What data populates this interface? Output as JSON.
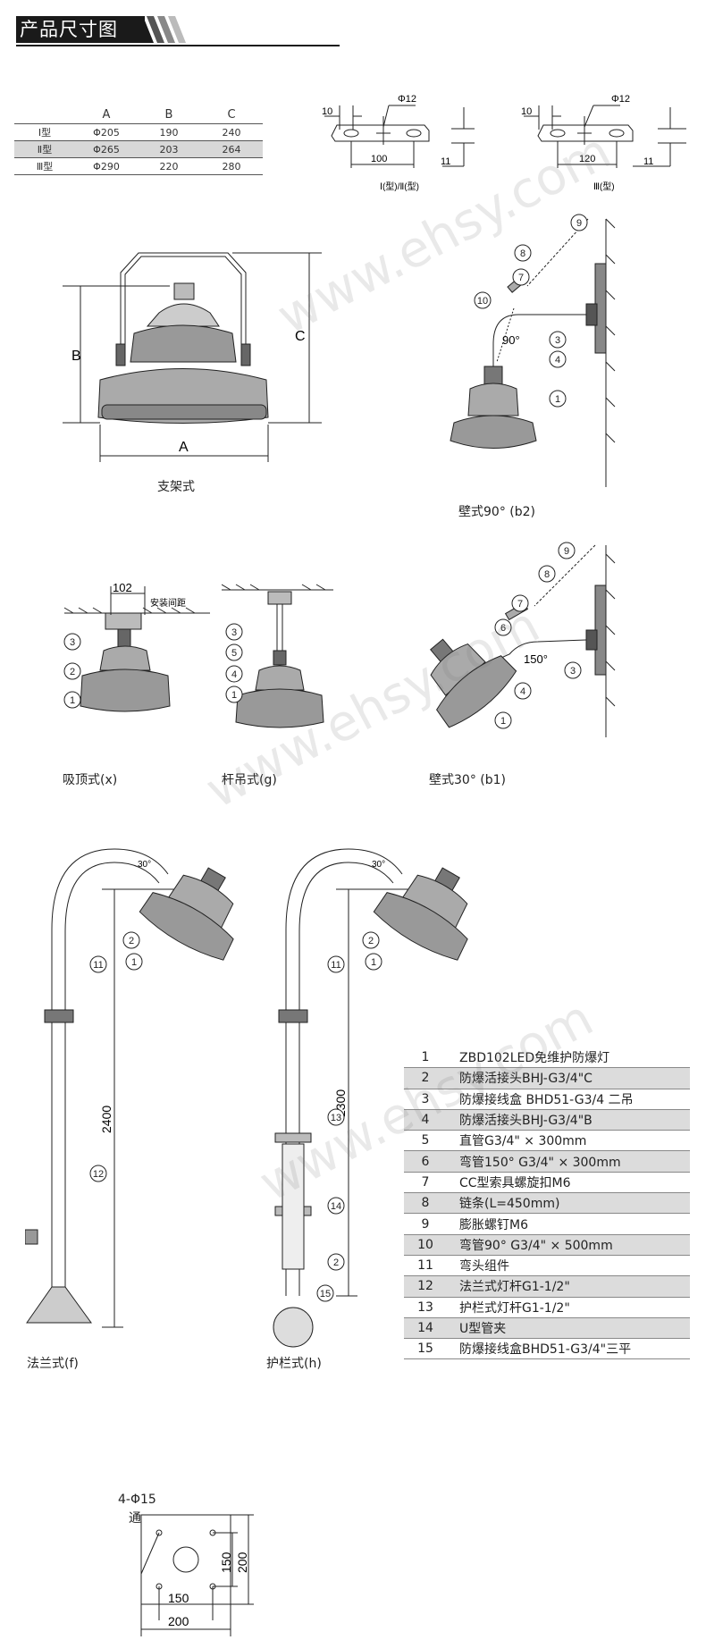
{
  "header": {
    "title": "产品尺寸图"
  },
  "dim_table": {
    "columns": [
      "",
      "A",
      "B",
      "C"
    ],
    "rows": [
      {
        "label": "Ⅰ型",
        "a": "Φ205",
        "b": "190",
        "c": "240"
      },
      {
        "label": "Ⅱ型",
        "a": "Φ265",
        "b": "203",
        "c": "264"
      },
      {
        "label": "Ⅲ型",
        "a": "Φ290",
        "b": "220",
        "c": "280"
      }
    ]
  },
  "bracket_small": {
    "d10": "10",
    "d12": "Φ12",
    "d100": "100",
    "d11": "11",
    "caption": "Ⅰ(型)/Ⅱ(型)"
  },
  "bracket_large": {
    "d10": "10",
    "d12": "Φ12",
    "d120": "120",
    "d11": "11",
    "caption": "Ⅲ(型)"
  },
  "mount_bracket": {
    "label_a": "A",
    "label_b": "B",
    "label_c": "C",
    "caption": "支架式"
  },
  "wall90": {
    "angle": "90°",
    "caption": "壁式90° (b2)",
    "callouts": [
      "9",
      "8",
      "7",
      "10",
      "3",
      "4",
      "1"
    ]
  },
  "ceiling": {
    "dim": "102",
    "note": "安装间距",
    "caption": "吸顶式(x)",
    "callouts": [
      "3",
      "2",
      "1"
    ]
  },
  "rod": {
    "caption": "杆吊式(g)",
    "callouts": [
      "3",
      "5",
      "4",
      "1"
    ]
  },
  "wall30": {
    "angle": "150°",
    "caption": "壁式30° (b1)",
    "callouts": [
      "9",
      "8",
      "7",
      "6",
      "3",
      "4",
      "1"
    ]
  },
  "pole_f": {
    "angle": "30°",
    "height": "2400",
    "caption": "法兰式(f)",
    "callouts": [
      "2",
      "1",
      "11",
      "12"
    ]
  },
  "base_plate": {
    "holes": "4-Φ15",
    "hole_note": "通",
    "d150a": "150",
    "d200a": "200",
    "d150b": "150",
    "d200b": "200"
  },
  "pole_h": {
    "angle": "30°",
    "height": "2300",
    "caption": "护栏式(h)",
    "callouts": [
      "2",
      "1",
      "11",
      "13",
      "14",
      "2",
      "15"
    ]
  },
  "parts": [
    {
      "no": "1",
      "desc": "ZBD102LED免维护防爆灯"
    },
    {
      "no": "2",
      "desc": "防爆活接头BHJ-G3/4\"C"
    },
    {
      "no": "3",
      "desc": "防爆接线盒 BHD51-G3/4 二吊"
    },
    {
      "no": "4",
      "desc": "防爆活接头BHJ-G3/4\"B"
    },
    {
      "no": "5",
      "desc": "直管G3/4\" × 300mm"
    },
    {
      "no": "6",
      "desc": "弯管150°  G3/4\" × 300mm"
    },
    {
      "no": "7",
      "desc": "CC型索具螺旋扣M6"
    },
    {
      "no": "8",
      "desc": "链条(L=450mm)"
    },
    {
      "no": "9",
      "desc": "膨胀螺钉M6"
    },
    {
      "no": "10",
      "desc": "弯管90°  G3/4\" × 500mm"
    },
    {
      "no": "11",
      "desc": "弯头组件"
    },
    {
      "no": "12",
      "desc": "法兰式灯杆G1-1/2\""
    },
    {
      "no": "13",
      "desc": "护栏式灯杆G1-1/2\""
    },
    {
      "no": "14",
      "desc": "U型管夹"
    },
    {
      "no": "15",
      "desc": "防爆接线盒BHD51-G3/4\"三平"
    }
  ],
  "watermark": "www.ehsy.com"
}
